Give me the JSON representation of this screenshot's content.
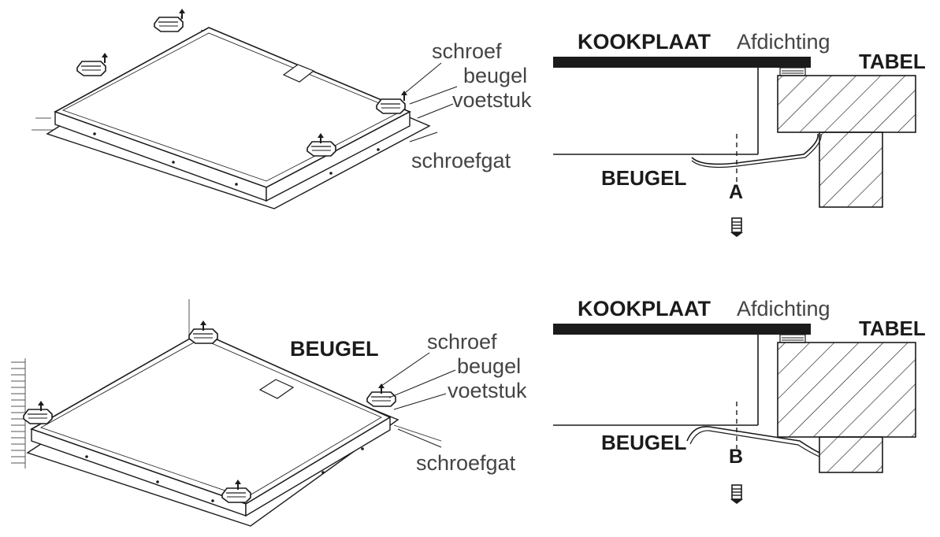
{
  "top": {
    "perspective": {
      "labels": {
        "screw": "schroef",
        "bracket": "beugel",
        "base": "voetstuk",
        "screw_hole": "schroefgat"
      }
    },
    "section": {
      "hob": "KOOKPLAAT",
      "seal": "Afdichting",
      "table": "TABEL",
      "bracket": "BEUGEL",
      "marker": "A"
    }
  },
  "bottom": {
    "perspective": {
      "title": "BEUGEL",
      "labels": {
        "screw": "schroef",
        "bracket": "beugel",
        "base": "voetstuk",
        "screw_hole": "schroefgat"
      }
    },
    "section": {
      "hob": "KOOKPLAAT",
      "seal": "Afdichting",
      "table": "TABEL",
      "bracket": "BEUGEL",
      "marker": "B"
    }
  },
  "colors": {
    "ink": "#1b1b1b",
    "label_grey": "#444444",
    "panel": "#ffffff"
  }
}
